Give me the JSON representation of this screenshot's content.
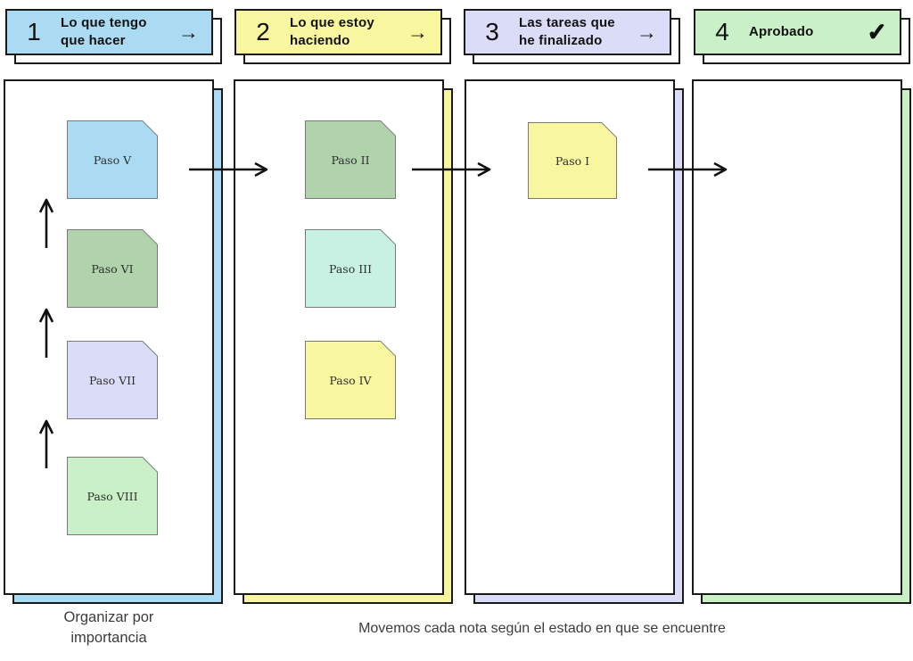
{
  "board": {
    "columns": [
      {
        "number": "1",
        "title_line1": "Lo que tengo",
        "title_line2": "que hacer",
        "icon": "arrow-right-icon",
        "icon_glyph": "→",
        "accent_color": "#abdbf2",
        "notes": [
          {
            "label": "Paso V",
            "color": "#abdbf2"
          },
          {
            "label": "Paso VI",
            "color": "#b0d3ac"
          },
          {
            "label": "Paso VII",
            "color": "#dbdcf7"
          },
          {
            "label": "Paso VIII",
            "color": "#c9f0c6"
          }
        ],
        "caption_line1": "Organizar por",
        "caption_line2": "importancia"
      },
      {
        "number": "2",
        "title_line1": "Lo que estoy",
        "title_line2": "haciendo",
        "icon": "arrow-right-icon",
        "icon_glyph": "→",
        "accent_color": "#f8f7a0",
        "notes": [
          {
            "label": "Paso II",
            "color": "#b0d3ac"
          },
          {
            "label": "Paso III",
            "color": "#c7f2e3"
          },
          {
            "label": "Paso IV",
            "color": "#f8f7a0"
          }
        ]
      },
      {
        "number": "3",
        "title_line1": "Las tareas que",
        "title_line2": "he finalizado",
        "icon": "arrow-right-icon",
        "icon_glyph": "→",
        "accent_color": "#dbdcf7",
        "notes": [
          {
            "label": "Paso I",
            "color": "#f8f7a0"
          }
        ]
      },
      {
        "number": "4",
        "title_line1": "Aprobado",
        "title_line2": "",
        "icon": "check-icon",
        "icon_glyph": "✓",
        "accent_color": "#c9f0c6",
        "notes": []
      }
    ],
    "footer_caption": "Movemos cada nota según el estado en que se encuentre",
    "arrow_color": "#111111"
  }
}
